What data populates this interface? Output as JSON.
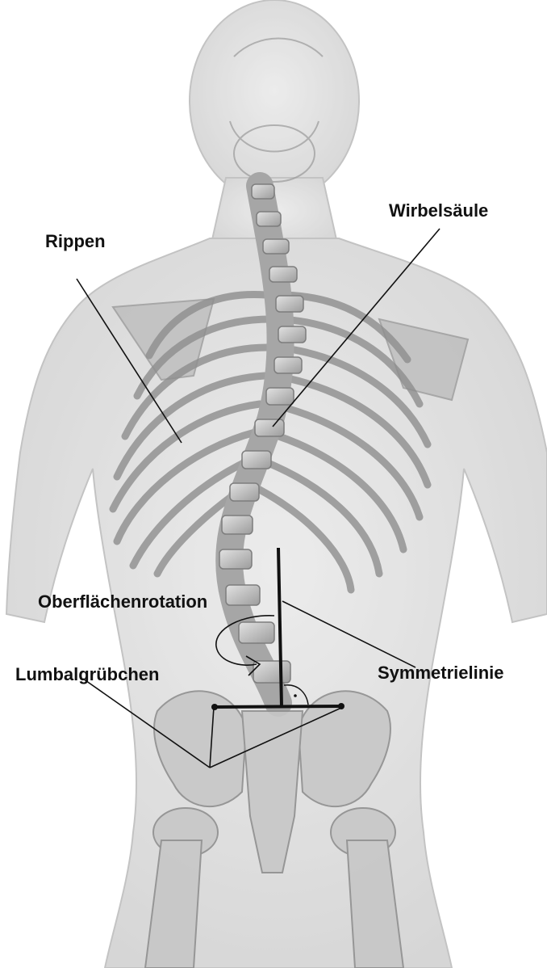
{
  "labels": {
    "ribs": "Rippen",
    "spine": "Wirbelsäule",
    "surface_rotation": "Oberflächenrotation",
    "symmetry_line": "Symmetrielinie",
    "lumbar_dimples": "Lumbalgrübchen"
  },
  "colors": {
    "background": "#ffffff",
    "body_silhouette": "#d4d4d4",
    "bone": "#b8b8b8",
    "bone_light": "#d8d8d8",
    "annotation_line": "#111111"
  },
  "icons": {
    "rotation_arrow": "curved-arrow-icon",
    "right_angle": "right-angle-marker-icon",
    "dimple_dot": "dot-icon"
  }
}
